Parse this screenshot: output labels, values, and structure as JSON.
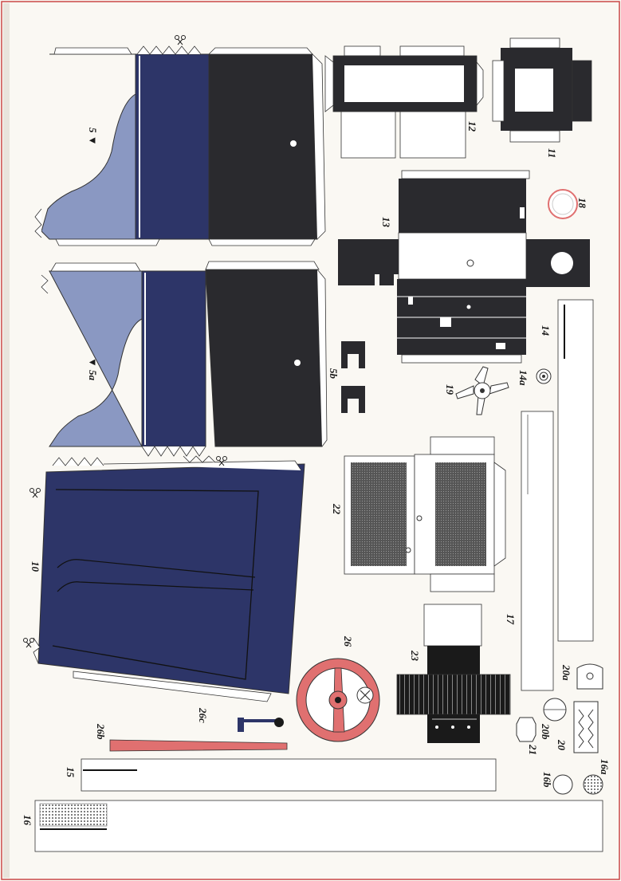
{
  "sheet": {
    "colors": {
      "paper": "#faf8f3",
      "dark": "#2a2a2e",
      "navy": "#2d3568",
      "light_blue": "#8a98c2",
      "red": "#e07070",
      "line": "#333333"
    },
    "part_labels": {
      "p5": "5 ▼",
      "p5a": "▼ 5a",
      "p5b": "5b",
      "p10": "10",
      "p11": "11",
      "p12": "12",
      "p13": "13",
      "p14": "14",
      "p14a": "14a",
      "p15": "15",
      "p16": "16",
      "p16a": "16a",
      "p16b": "16b",
      "p17": "17",
      "p18": "18",
      "p19": "19",
      "p20": "20",
      "p20a": "20a",
      "p20b": "20b",
      "p21": "21",
      "p22": "22",
      "p23": "23",
      "p26": "26",
      "p26b": "26b",
      "p26c": "26c"
    },
    "icons": [
      "scissors-icon"
    ]
  }
}
